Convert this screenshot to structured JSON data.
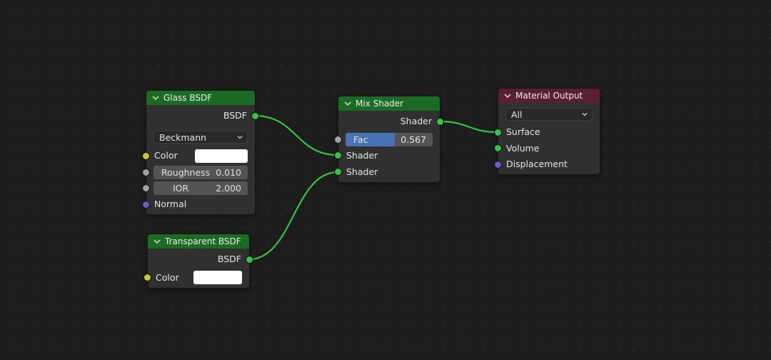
{
  "glass_bsdf": {
    "title": "Glass BSDF",
    "output_label": "BSDF",
    "distribution": "Beckmann",
    "color_label": "Color",
    "color_value": "#ffffff",
    "roughness_label": "Roughness",
    "roughness_value": "0.010",
    "ior_label": "IOR",
    "ior_value": "2.000",
    "normal_label": "Normal"
  },
  "transparent_bsdf": {
    "title": "Transparent BSDF",
    "output_label": "BSDF",
    "color_label": "Color",
    "color_value": "#ffffff"
  },
  "mix_shader": {
    "title": "Mix Shader",
    "output_label": "Shader",
    "fac_label": "Fac",
    "fac_value": "0.567",
    "fac_fraction": 0.567,
    "shader1_label": "Shader",
    "shader2_label": "Shader"
  },
  "material_output": {
    "title": "Material Output",
    "target": "All",
    "surface_label": "Surface",
    "volume_label": "Volume",
    "displacement_label": "Displacement"
  },
  "colors": {
    "shader_header": "#1b6b24",
    "output_header": "#5b1f33",
    "shader_socket": "#39c24a",
    "color_socket": "#c8c832",
    "value_socket": "#a1a1a1",
    "vector_socket": "#6363c7",
    "fac_accent": "#4772b3"
  },
  "icons": {
    "collapse": "chevron-down-icon",
    "dropdown": "chevron-down-icon"
  }
}
